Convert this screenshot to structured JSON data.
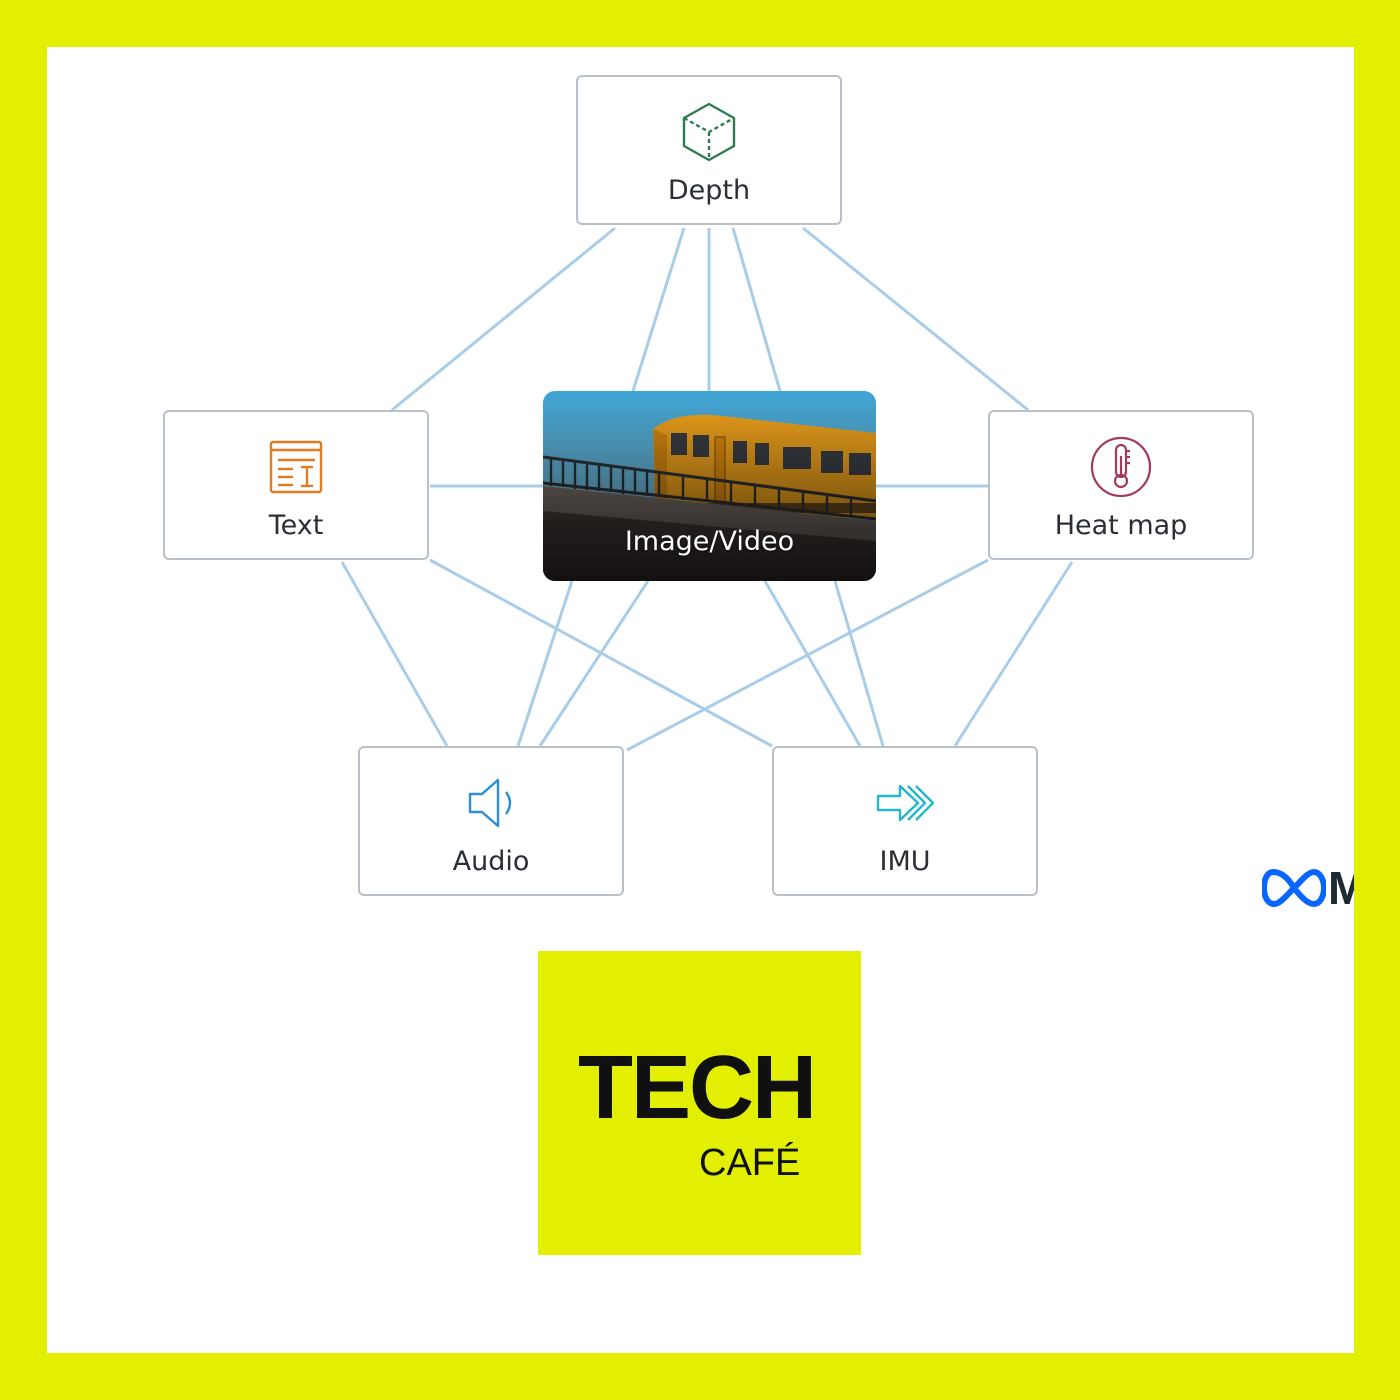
{
  "nodes": {
    "depth": {
      "label": "Depth",
      "icon": "cube-icon",
      "color": "#2e7d4f"
    },
    "text": {
      "label": "Text",
      "icon": "text-document-icon",
      "color": "#e07b22"
    },
    "heatmap": {
      "label": "Heat map",
      "icon": "thermometer-icon",
      "color": "#a23b5a"
    },
    "audio": {
      "label": "Audio",
      "icon": "speaker-icon",
      "color": "#2b8fd6"
    },
    "imu": {
      "label": "IMU",
      "icon": "motion-arrows-icon",
      "color": "#22b8c9"
    }
  },
  "center": {
    "label": "Image/Video",
    "icon": "train-photo-icon"
  },
  "meta_logo": {
    "text": "M",
    "icon": "meta-infinity-icon",
    "color": "#0866ff"
  },
  "brand": {
    "line1": "TECH",
    "line2": "CAFÉ",
    "background": "#e2ef00"
  },
  "colors": {
    "frame": "#e2ef00",
    "edge": "#a9cde8",
    "node_border": "#b9c0c8"
  }
}
